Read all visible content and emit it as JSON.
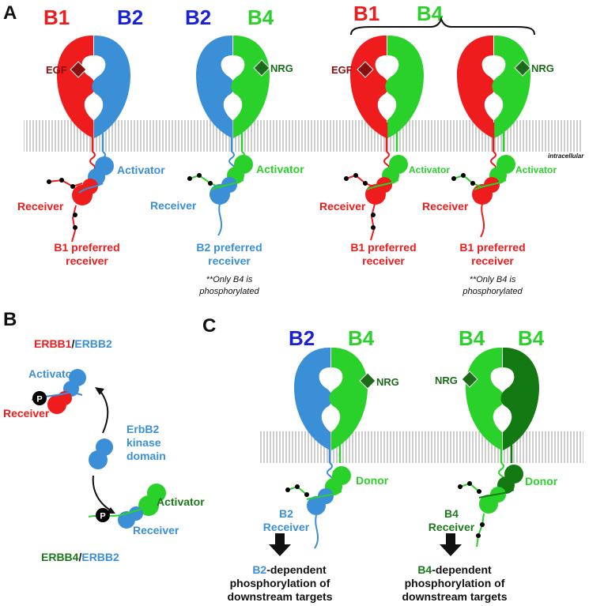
{
  "colors": {
    "erbb1": "#ee1c1c",
    "erbb2": "#3b8fd6",
    "erbb4": "#2bd12b",
    "erbb4_dark": "#137a13",
    "label_b2_title": "#1a22d8",
    "ligand_egf": "#8a1010",
    "ligand_nrg": "#1a6b1a",
    "membrane": "#b8b8b8",
    "phospho": "#000000"
  },
  "icons": [
    "membrane-bilayer",
    "phosphate-ball-chain",
    "ligand-diamond",
    "down-arrow"
  ],
  "panels": {
    "A": {
      "label": "A",
      "membrane_note": "intracellular",
      "dimers": [
        {
          "left_title": "B1",
          "right_title": "B2",
          "ligand": "EGF",
          "activator_label": "Activator",
          "receiver_label": "Receiver",
          "caption_line1": "B1 preferred",
          "caption_line2": "receiver"
        },
        {
          "left_title": "B2",
          "right_title": "B4",
          "ligand": "NRG",
          "activator_label": "Activator",
          "receiver_label": "Receiver",
          "caption_line1": "B2 preferred",
          "caption_line2": "receiver",
          "note_line1": "**Only B4 is",
          "note_line2": "phosphorylated"
        }
      ],
      "paired": {
        "left_title": "B1",
        "right_title": "B4",
        "dimer_left": {
          "ligand": "EGF",
          "activator_label": "Activator",
          "receiver_label": "Receiver",
          "caption_line1": "B1 preferred",
          "caption_line2": "receiver"
        },
        "dimer_right": {
          "ligand": "NRG",
          "activator_label": "Activator",
          "receiver_label": "Receiver",
          "caption_line1": "B1 preferred",
          "caption_line2": "receiver",
          "note_line1": "**Only B4 is",
          "note_line2": "phosphorylated",
          "note_line3": ""
        }
      }
    },
    "B": {
      "label": "B",
      "top_title_a": "ERBB1",
      "top_title_sep": "/",
      "top_title_b": "ERBB2",
      "top_activator": "Activator",
      "top_receiver": "Receiver",
      "phospho_symbol": "P",
      "center_line1": "ErbB2",
      "center_line2": "kinase",
      "center_line3": "domain",
      "bottom_activator": "Activator",
      "bottom_receiver": "Receiver",
      "bottom_title_a": "ERBB4",
      "bottom_title_sep": "/",
      "bottom_title_b": "ERBB2"
    },
    "C": {
      "label": "C",
      "left": {
        "left_title": "B2",
        "right_title": "B4",
        "ligand": "NRG",
        "donor_label": "Donor",
        "receiver_line1": "B2",
        "receiver_line2": "Receiver",
        "result_prefix": "B2",
        "result_line1_suffix": "-dependent",
        "result_line2": "phosphorylation of",
        "result_line3": "downstream targets"
      },
      "right": {
        "left_title": "B4",
        "right_title": "B4",
        "ligand": "NRG",
        "donor_label": "Donor",
        "receiver_line1": "B4",
        "receiver_line2": "Receiver",
        "result_prefix": "B4",
        "result_line1_suffix": "-dependent",
        "result_line2": "phosphorylation of",
        "result_line3": "downstream targets"
      }
    }
  }
}
